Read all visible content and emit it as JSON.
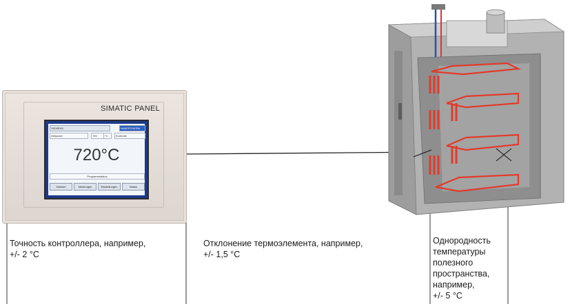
{
  "panel": {
    "brand": "SIMATIC PANEL",
    "screen": {
      "header_left": "SIEMENS",
      "header_right": "NABERTHERM",
      "row_left": "Zeitpunkt",
      "row_mid": "720",
      "row_unit": "°C",
      "row_right": "Kontrolle",
      "temperature": "720°C",
      "program_label": "Programmstatus",
      "buttons": [
        "Sollwert",
        "Meldungen",
        "Einstellungen",
        "Status"
      ]
    }
  },
  "labels": {
    "controller": [
      "Точность контроллера, например,",
      "+/- 2 °C"
    ],
    "thermocouple": [
      "Отклонение термоэлемента, например,",
      "+/- 1,5 °C"
    ],
    "uniformity": [
      "Однородность",
      "температуры",
      "полезного",
      "пространства,",
      "например,",
      "+/- 5 °C"
    ]
  },
  "colors": {
    "heater": "#e23a2a",
    "furnace_wall": "#9a9a9a",
    "screen_frame": "#1d3a8a"
  }
}
